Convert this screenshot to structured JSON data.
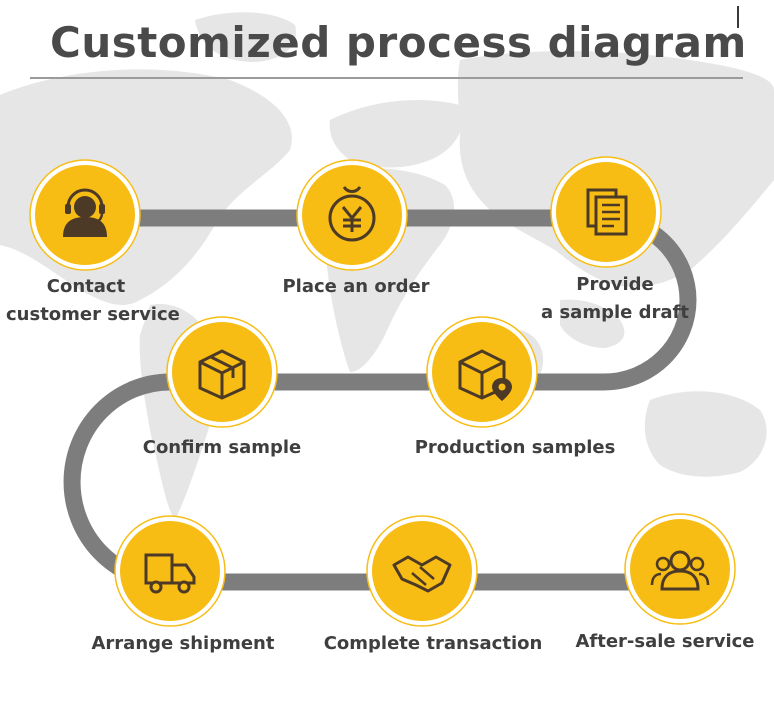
{
  "title": "Customized process diagram",
  "colors": {
    "accent": "#f7bd15",
    "path": "#7d7d7d",
    "map": "#e6e6e6",
    "icon": "#4d3a26",
    "text": "#3f3f3f"
  },
  "steps": [
    {
      "label": "Contact",
      "label2": "customer service",
      "icon": "headset-agent-icon"
    },
    {
      "label": "Place an order",
      "icon": "yuan-coin-icon"
    },
    {
      "label": "Provide",
      "label2": "a sample draft",
      "icon": "documents-icon"
    },
    {
      "label": "Confirm sample",
      "icon": "package-box-icon"
    },
    {
      "label": "Production samples",
      "icon": "box-location-icon"
    },
    {
      "label": "Arrange shipment",
      "icon": "delivery-truck-icon"
    },
    {
      "label": "Complete transaction",
      "icon": "handshake-icon"
    },
    {
      "label": "After-sale service",
      "icon": "users-group-icon"
    }
  ]
}
